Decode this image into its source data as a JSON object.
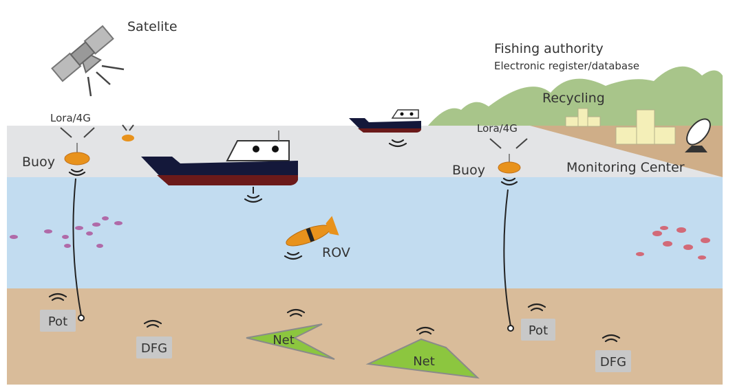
{
  "labels": {
    "satellite": "Satelite",
    "lora_left": "Lora/4G",
    "buoy_left": "Buoy",
    "fishing_authority": "Fishing authority",
    "register": "Electronic register/database",
    "recycling": "Recycling",
    "lora_right": "Lora/4G",
    "buoy_right": "Buoy",
    "monitoring_center": "Monitoring Center",
    "rov": "ROV",
    "pot_left": "Pot",
    "pot_right": "Pot",
    "dfg_left": "DFG",
    "dfg_right": "DFG",
    "net_left": "Net",
    "net_right": "Net"
  },
  "colors": {
    "sky_band": "#e3e4e6",
    "water": "#c2dcf0",
    "seabed": "#d9bc9a",
    "hills": "#a8c58a",
    "land": "#cfae88",
    "buoy": "#e8921c",
    "hull": "#14183a",
    "hull_stripe": "#6b1a1a",
    "net": "#8cc63f",
    "gear_box": "#c8c8c8",
    "fish_left": "#b06aa8",
    "fish_right": "#d26a78"
  }
}
